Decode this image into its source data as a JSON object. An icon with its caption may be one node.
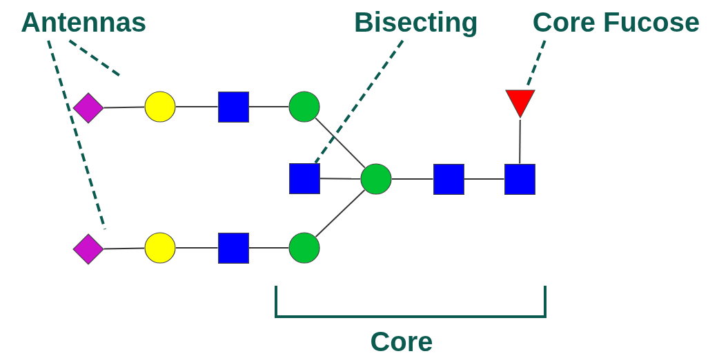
{
  "diagram": {
    "nodes": [
      {
        "text": [
          "Antennas"
        ]
      },
      {
        "text": [
          "Bisecting"
        ]
      },
      {
        "text": [
          "Core Fucose"
        ]
      },
      {
        "text": [],
        "shape": "diamond"
      },
      {
        "text": [],
        "shape": "circle"
      },
      {
        "text": [],
        "shape": "box"
      },
      {
        "text": [],
        "shape": "circle"
      },
      {
        "text": [],
        "shape": "triangle"
      },
      {
        "text": [],
        "shape": "box"
      },
      {
        "text": [],
        "shape": "circle"
      },
      {
        "text": [],
        "shape": "box"
      },
      {
        "text": [],
        "shape": "box"
      },
      {
        "text": [],
        "shape": "diamond"
      },
      {
        "text": [],
        "shape": "circle"
      },
      {
        "text": [],
        "shape": "box"
      },
      {
        "text": [],
        "shape": "circle"
      }
    ],
    "edges": [
      {
        "from": 3,
        "to": 4,
        "arrow": "none"
      },
      {
        "from": 4,
        "to": 5,
        "arrow": "none"
      },
      {
        "from": 5,
        "to": 6,
        "arrow": "none"
      },
      {
        "from": 6,
        "to": 9,
        "arrow": "none"
      },
      {
        "from": 8,
        "to": 9,
        "arrow": "none"
      },
      {
        "from": 9,
        "to": 10,
        "arrow": "none"
      },
      {
        "from": 10,
        "to": 11,
        "arrow": "none"
      },
      {
        "from": 11,
        "to": 7,
        "arrow": "none"
      },
      {
        "from": 12,
        "to": 13,
        "arrow": "none"
      },
      {
        "from": 13,
        "to": 14,
        "arrow": "none"
      },
      {
        "from": 14,
        "to": 15,
        "arrow": "none"
      },
      {
        "from": 15,
        "to": 9,
        "arrow": "none"
      },
      {
        "from": 0,
        "to": null,
        "arrow": "none",
        "style": "dashed",
        "color": "#0b5a50"
      },
      {
        "from": 0,
        "to": null,
        "arrow": "none",
        "style": "dashed",
        "color": "#0b5a50"
      },
      {
        "from": 1,
        "to": 8,
        "arrow": "none",
        "style": "dashed",
        "color": "#0b5a50"
      },
      {
        "from": 2,
        "to": 7,
        "arrow": "none",
        "style": "dashed",
        "color": "#0b5a50"
      }
    ],
    "labels": [
      "Core"
    ]
  }
}
